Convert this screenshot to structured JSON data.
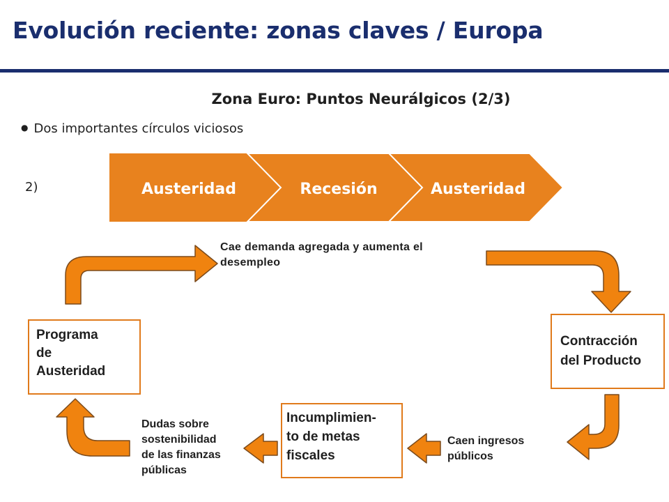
{
  "slide": {
    "title": "Evolución reciente:  zonas claves / Europa",
    "subtitle": "Zona Euro: Puntos Neurálgicos (2/3)",
    "bullet": "Dos importantes círculos viciosos",
    "number": "2)"
  },
  "chevrons": [
    "Austeridad",
    "Recesión",
    "Austeridad"
  ],
  "cycle": {
    "programa_box": [
      "Programa",
      "de",
      "Austeridad"
    ],
    "demanda_label": [
      "Cae demanda agregada y aumenta el",
      "desempleo"
    ],
    "contraccion_box": [
      "Contracción",
      "del Producto"
    ],
    "ingresos_label": [
      "Caen ingresos",
      "públicos"
    ],
    "incumplimiento_box": [
      "Incumplimien-",
      "to de metas",
      "fiscales"
    ],
    "dudas_label": [
      "Dudas sobre",
      "sostenibilidad",
      "de las finanzas",
      "públicas"
    ]
  },
  "colors": {
    "title": "#1a2e6e",
    "chevron_fill": "#e8821e",
    "arrow_fill": "#f0830f",
    "arrow_stroke": "#7a4a1c",
    "box_border": "#e07a1b"
  }
}
